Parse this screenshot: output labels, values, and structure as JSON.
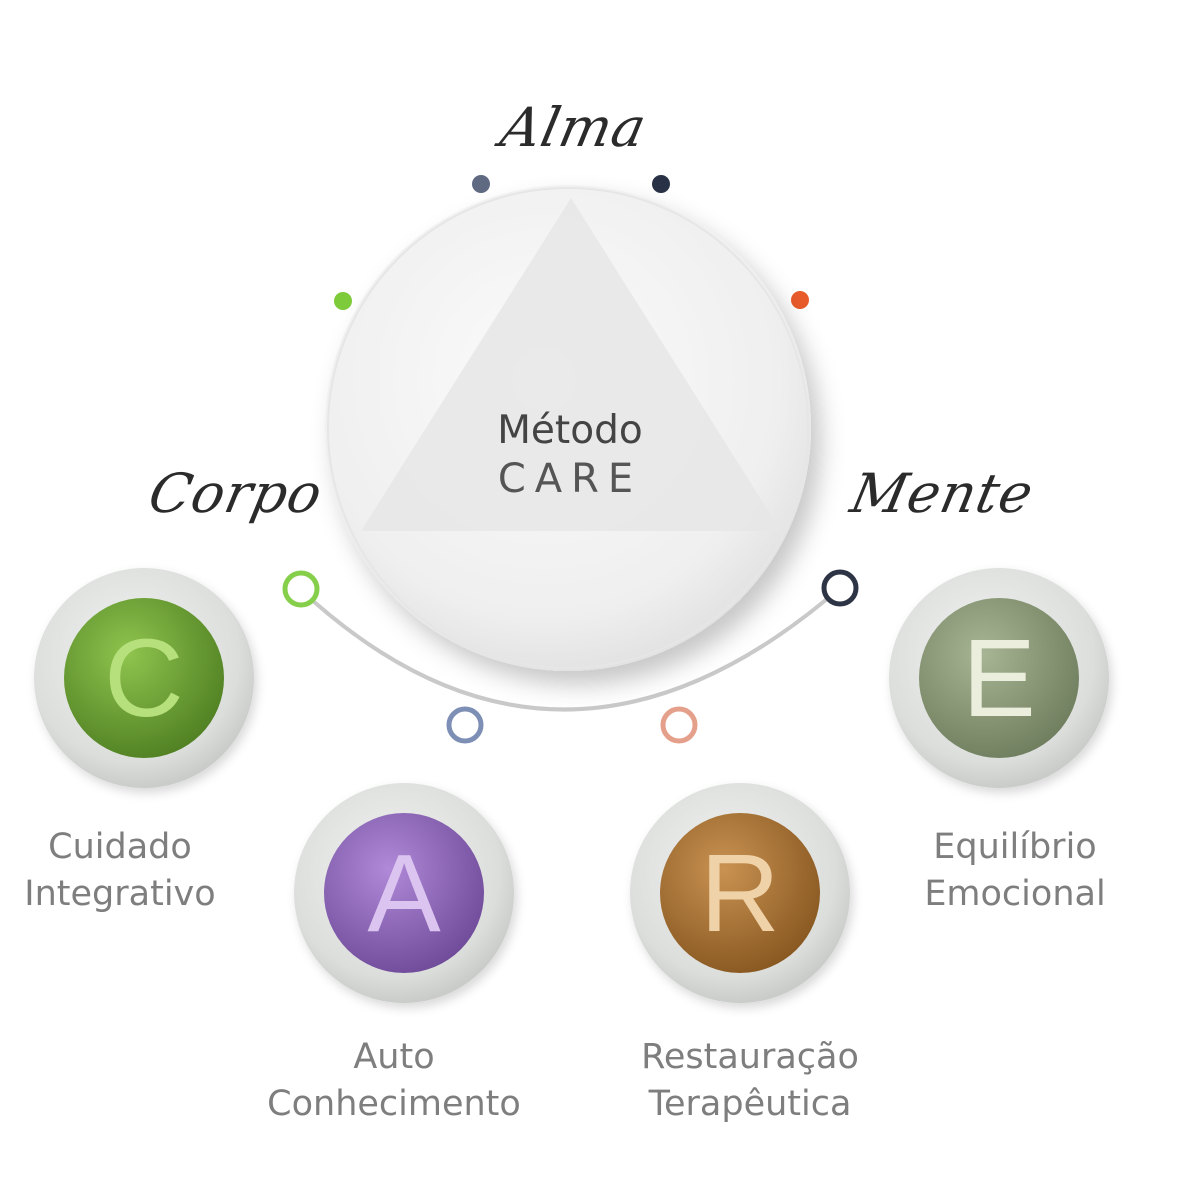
{
  "center": {
    "title": "Método",
    "subtitle": "CARE"
  },
  "dimensions": {
    "top": "Alma",
    "left": "Corpo",
    "right": "Mente"
  },
  "pillars": [
    {
      "letter": "C",
      "line1": "Cuidado",
      "line2": "Integrativo",
      "color": "#74a83a",
      "letter_color": "#b6e07c"
    },
    {
      "letter": "A",
      "line1": "Auto",
      "line2": "Conhecimento",
      "color": "#9468bf",
      "letter_color": "#dcc4f0"
    },
    {
      "letter": "R",
      "line1": "Restauração",
      "line2": "Terapêutica",
      "color": "#b07a3c",
      "letter_color": "#f0d2a8"
    },
    {
      "letter": "E",
      "line1": "Equilíbrio",
      "line2": "Emocional",
      "color": "#8f9f7c",
      "letter_color": "#eceedd"
    }
  ],
  "dot_colors": {
    "green": "#7dcb3b",
    "slate": "#5f6a82",
    "navy": "#283145",
    "orange": "#e85a2a",
    "blue_ring": "#7e8fb5",
    "peach_ring": "#e5a08c",
    "green_ring": "#86cf4a",
    "navy_ring": "#2d3446"
  }
}
